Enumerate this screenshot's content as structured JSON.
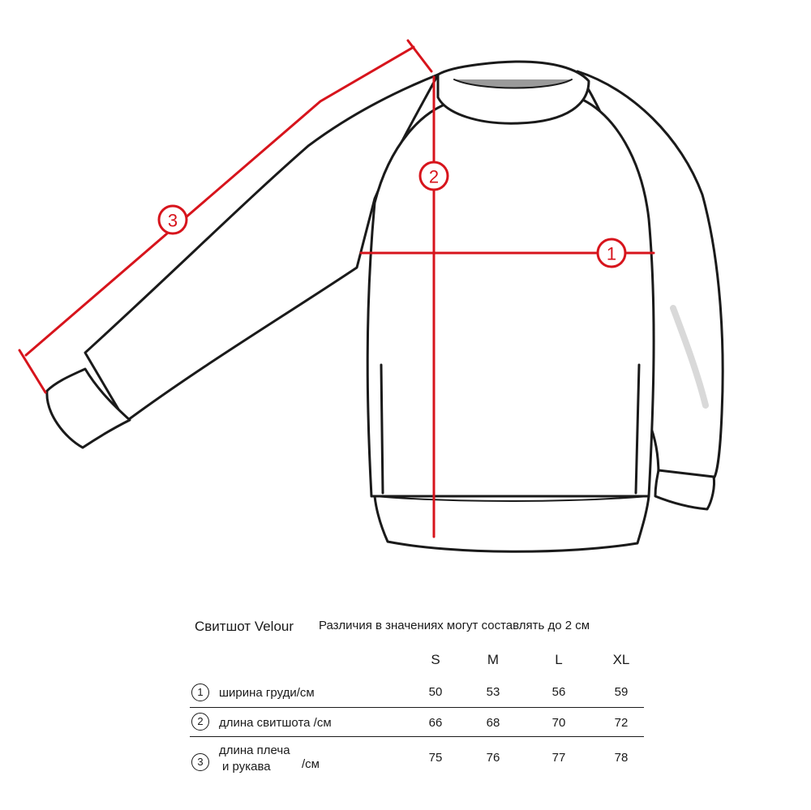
{
  "diagram": {
    "markers": [
      {
        "id": "1",
        "label": "1"
      },
      {
        "id": "2",
        "label": "2"
      },
      {
        "id": "3",
        "label": "3"
      }
    ],
    "colors": {
      "measure_line": "#d7141c",
      "outline": "#1a1a1a",
      "collar_fill": "#9a9a9a",
      "fold_shade": "#d9d9d9"
    }
  },
  "table": {
    "product": "Свитшот Velour",
    "note": "Различия в значениях могут составлять до 2 см",
    "sizes": [
      "S",
      "M",
      "L",
      "XL"
    ],
    "rows": [
      {
        "num": "1",
        "label": "ширина груди",
        "label2": "",
        "unit": "/см",
        "values": [
          "50",
          "53",
          "56",
          "59"
        ]
      },
      {
        "num": "2",
        "label": "длина  свитшота",
        "label2": "",
        "unit": "/см",
        "values": [
          "66",
          "68",
          "70",
          "72"
        ]
      },
      {
        "num": "3",
        "label": "длина плеча",
        "label2": "и рукава",
        "unit": "/см",
        "values": [
          "75",
          "76",
          "77",
          "78"
        ]
      }
    ]
  }
}
